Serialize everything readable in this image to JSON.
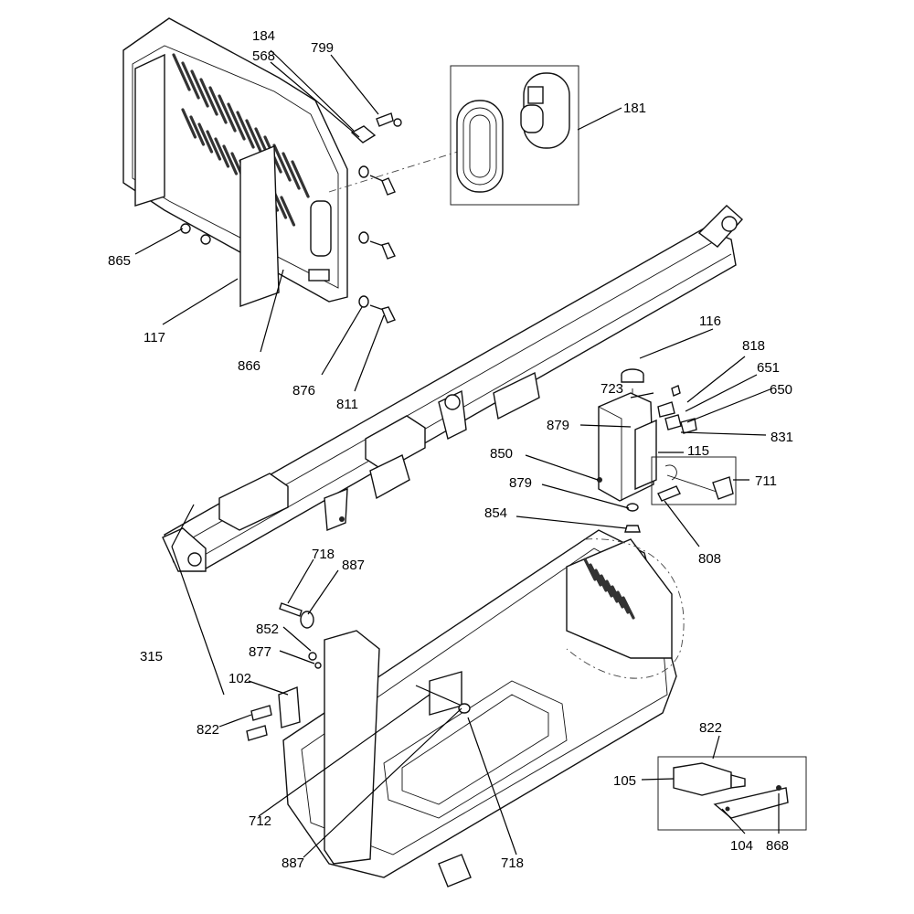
{
  "diagram": {
    "type": "exploded-parts-view",
    "callouts": [
      {
        "id": "184",
        "text": "184"
      },
      {
        "id": "568",
        "text": "568"
      },
      {
        "id": "799",
        "text": "799"
      },
      {
        "id": "181",
        "text": "181"
      },
      {
        "id": "865",
        "text": "865"
      },
      {
        "id": "117",
        "text": "117"
      },
      {
        "id": "866",
        "text": "866"
      },
      {
        "id": "876",
        "text": "876"
      },
      {
        "id": "811",
        "text": "811"
      },
      {
        "id": "116",
        "text": "116"
      },
      {
        "id": "818",
        "text": "818"
      },
      {
        "id": "651",
        "text": "651"
      },
      {
        "id": "650",
        "text": "650"
      },
      {
        "id": "723",
        "text": "723"
      },
      {
        "id": "879a",
        "text": "879"
      },
      {
        "id": "831",
        "text": "831"
      },
      {
        "id": "115",
        "text": "115"
      },
      {
        "id": "850",
        "text": "850"
      },
      {
        "id": "711",
        "text": "711"
      },
      {
        "id": "879b",
        "text": "879"
      },
      {
        "id": "854",
        "text": "854"
      },
      {
        "id": "808",
        "text": "808"
      },
      {
        "id": "718a",
        "text": "718"
      },
      {
        "id": "887a",
        "text": "887"
      },
      {
        "id": "852",
        "text": "852"
      },
      {
        "id": "877",
        "text": "877"
      },
      {
        "id": "315",
        "text": "315"
      },
      {
        "id": "102",
        "text": "102"
      },
      {
        "id": "822a",
        "text": "822"
      },
      {
        "id": "822b",
        "text": "822"
      },
      {
        "id": "105",
        "text": "105"
      },
      {
        "id": "712",
        "text": "712"
      },
      {
        "id": "887b",
        "text": "887"
      },
      {
        "id": "718b",
        "text": "718"
      },
      {
        "id": "104",
        "text": "104"
      },
      {
        "id": "868",
        "text": "868"
      }
    ]
  }
}
